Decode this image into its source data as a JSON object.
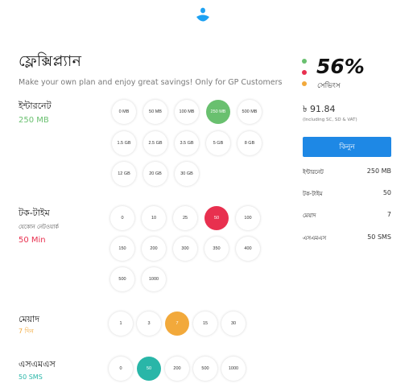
{
  "header": {
    "logo_icon": "telenor-logo-icon",
    "brand_color": "#1da1f2"
  },
  "page": {
    "title": "ফ্লেক্সিপ্ল্যান",
    "subtitle": "Make your own plan and enjoy great savings! Only for GP Customers"
  },
  "internet": {
    "label": "ইন্টারনেট",
    "value": "250 MB",
    "value_color": "#69c06f",
    "selected": "250 MB",
    "options": [
      "0 MB",
      "50 MB",
      "100 MB",
      "250 MB",
      "500 MB",
      "1.5 GB",
      "2.5 GB",
      "3.5 GB",
      "5 GB",
      "8 GB",
      "12 GB",
      "20 GB",
      "30 GB"
    ]
  },
  "talktime": {
    "label": "টক-টাইম",
    "sublabel": "যেকোন নেটওয়ার্ক",
    "value": "50 Min",
    "value_color": "#e8304f",
    "selected": "50",
    "options": [
      "0",
      "10",
      "25",
      "50",
      "100",
      "150",
      "200",
      "300",
      "350",
      "400",
      "500",
      "1000"
    ]
  },
  "validity": {
    "label": "মেয়াদ",
    "value": "7 দিন",
    "value_color": "#f2a93b",
    "selected": "7",
    "options": [
      "1",
      "3",
      "7",
      "15",
      "30"
    ]
  },
  "sms": {
    "label": "এসএমএস",
    "value": "50 SMS",
    "value_color": "#29b6a8",
    "selected": "50",
    "options": [
      "0",
      "50",
      "200",
      "500",
      "1000"
    ]
  },
  "summary": {
    "savings_percent": "56%",
    "savings_label": "সেভিংস",
    "dot_colors": [
      "#69c06f",
      "#e8304f",
      "#f2a93b"
    ],
    "price": "৳ 91.84",
    "price_note": "(Including SC, SD & VAT)",
    "buy_label": "কিনুন",
    "buy_color": "#1e88e5",
    "rows": [
      {
        "label": "ইন্টারনেট",
        "value": "250 MB"
      },
      {
        "label": "টক-টাইম",
        "value": "50"
      },
      {
        "label": "মেয়াদ",
        "value": "7"
      },
      {
        "label": "এসএমএস",
        "value": "50 SMS"
      }
    ]
  }
}
